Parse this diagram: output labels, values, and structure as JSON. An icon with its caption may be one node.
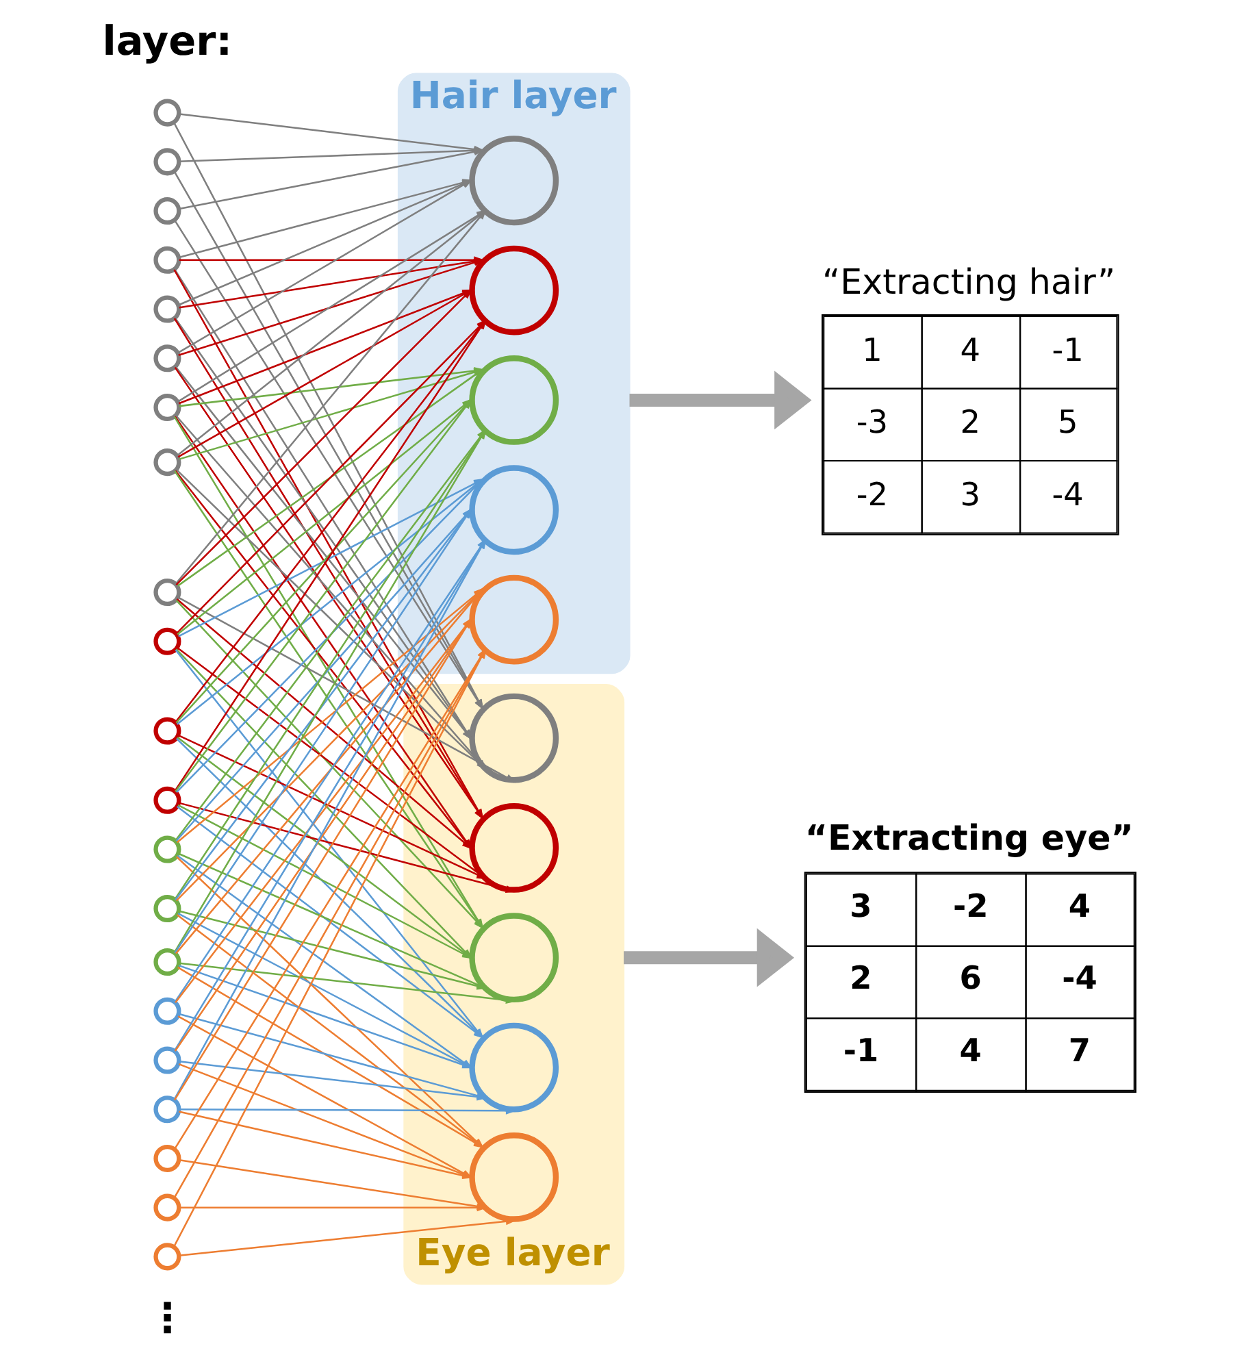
{
  "diagram": {
    "nodes": [
      {
        "text": [],
        "shape": "circle"
      },
      {
        "text": [],
        "shape": "circle"
      },
      {
        "text": [],
        "shape": "circle"
      },
      {
        "text": [],
        "shape": "circle"
      },
      {
        "text": [],
        "shape": "circle"
      },
      {
        "text": [],
        "shape": "circle"
      },
      {
        "text": [],
        "shape": "circle"
      },
      {
        "text": [],
        "shape": "circle"
      },
      {
        "text": [],
        "shape": "circle"
      },
      {
        "text": [],
        "shape": "circle"
      },
      {
        "text": [],
        "shape": "circle"
      },
      {
        "text": [],
        "shape": "circle"
      },
      {
        "text": [],
        "shape": "circle"
      },
      {
        "text": [],
        "shape": "circle"
      },
      {
        "text": [],
        "shape": "circle"
      },
      {
        "text": [],
        "shape": "circle"
      },
      {
        "text": [],
        "shape": "circle"
      },
      {
        "text": [],
        "shape": "circle"
      },
      {
        "text": [],
        "shape": "circle"
      },
      {
        "text": [],
        "shape": "circle"
      },
      {
        "text": [],
        "shape": "circle"
      },
      {
        "text": [
          "Hair layer"
        ]
      },
      {
        "text": [],
        "shape": "circle",
        "in": 21
      },
      {
        "text": [],
        "shape": "circle",
        "in": 21
      },
      {
        "text": [],
        "shape": "circle",
        "in": 21
      },
      {
        "text": [],
        "shape": "circle",
        "in": 21
      },
      {
        "text": [],
        "shape": "circle",
        "in": 21
      },
      {
        "text": [
          "“Extracting hair”",
          "1",
          "4",
          "-1",
          "-3",
          "2",
          "5",
          "-2",
          "3",
          "-4"
        ]
      },
      {
        "text": [
          "Eye layer"
        ]
      },
      {
        "text": [],
        "shape": "circle",
        "in": 28
      },
      {
        "text": [],
        "shape": "circle",
        "in": 28
      },
      {
        "text": [],
        "shape": "circle",
        "in": 28
      },
      {
        "text": [],
        "shape": "circle",
        "in": 28
      },
      {
        "text": [],
        "shape": "circle",
        "in": 28
      },
      {
        "text": [
          "“Extracting eye”",
          "3",
          "-2",
          "4",
          "2",
          "6",
          "-4",
          "-1",
          "4",
          "7"
        ]
      }
    ],
    "edges": [
      {
        "from": 0,
        "to": 22,
        "arrow": "to",
        "color": "#7f7f7f"
      },
      {
        "from": 1,
        "to": 22,
        "arrow": "to",
        "color": "#7f7f7f"
      },
      {
        "from": 2,
        "to": 22,
        "arrow": "to",
        "color": "#7f7f7f"
      },
      {
        "from": 3,
        "to": 22,
        "arrow": "to",
        "color": "#7f7f7f"
      },
      {
        "from": 4,
        "to": 22,
        "arrow": "to",
        "color": "#7f7f7f"
      },
      {
        "from": 5,
        "to": 22,
        "arrow": "to",
        "color": "#7f7f7f"
      },
      {
        "from": 6,
        "to": 22,
        "arrow": "to",
        "color": "#7f7f7f"
      },
      {
        "from": 7,
        "to": 22,
        "arrow": "to",
        "color": "#7f7f7f"
      },
      {
        "from": 8,
        "to": 22,
        "arrow": "to",
        "color": "#7f7f7f"
      },
      {
        "from": 3,
        "to": 23,
        "arrow": "to",
        "color": "#c00000"
      },
      {
        "from": 4,
        "to": 23,
        "arrow": "to",
        "color": "#c00000"
      },
      {
        "from": 5,
        "to": 23,
        "arrow": "to",
        "color": "#c00000"
      },
      {
        "from": 6,
        "to": 23,
        "arrow": "to",
        "color": "#c00000"
      },
      {
        "from": 7,
        "to": 23,
        "arrow": "to",
        "color": "#c00000"
      },
      {
        "from": 8,
        "to": 23,
        "arrow": "to",
        "color": "#c00000"
      },
      {
        "from": 9,
        "to": 23,
        "arrow": "to",
        "color": "#c00000"
      },
      {
        "from": 10,
        "to": 23,
        "arrow": "to",
        "color": "#c00000"
      },
      {
        "from": 11,
        "to": 23,
        "arrow": "to",
        "color": "#c00000"
      },
      {
        "from": 6,
        "to": 24,
        "arrow": "to",
        "color": "#70ad47"
      },
      {
        "from": 7,
        "to": 24,
        "arrow": "to",
        "color": "#70ad47"
      },
      {
        "from": 8,
        "to": 24,
        "arrow": "to",
        "color": "#70ad47"
      },
      {
        "from": 9,
        "to": 24,
        "arrow": "to",
        "color": "#70ad47"
      },
      {
        "from": 10,
        "to": 24,
        "arrow": "to",
        "color": "#70ad47"
      },
      {
        "from": 11,
        "to": 24,
        "arrow": "to",
        "color": "#70ad47"
      },
      {
        "from": 12,
        "to": 24,
        "arrow": "to",
        "color": "#70ad47"
      },
      {
        "from": 13,
        "to": 24,
        "arrow": "to",
        "color": "#70ad47"
      },
      {
        "from": 14,
        "to": 24,
        "arrow": "to",
        "color": "#70ad47"
      },
      {
        "from": 9,
        "to": 25,
        "arrow": "to",
        "color": "#5b9bd5"
      },
      {
        "from": 10,
        "to": 25,
        "arrow": "to",
        "color": "#5b9bd5"
      },
      {
        "from": 11,
        "to": 25,
        "arrow": "to",
        "color": "#5b9bd5"
      },
      {
        "from": 12,
        "to": 25,
        "arrow": "to",
        "color": "#5b9bd5"
      },
      {
        "from": 13,
        "to": 25,
        "arrow": "to",
        "color": "#5b9bd5"
      },
      {
        "from": 14,
        "to": 25,
        "arrow": "to",
        "color": "#5b9bd5"
      },
      {
        "from": 15,
        "to": 25,
        "arrow": "to",
        "color": "#5b9bd5"
      },
      {
        "from": 16,
        "to": 25,
        "arrow": "to",
        "color": "#5b9bd5"
      },
      {
        "from": 17,
        "to": 25,
        "arrow": "to",
        "color": "#5b9bd5"
      },
      {
        "from": 12,
        "to": 26,
        "arrow": "to",
        "color": "#ed7d31"
      },
      {
        "from": 13,
        "to": 26,
        "arrow": "to",
        "color": "#ed7d31"
      },
      {
        "from": 14,
        "to": 26,
        "arrow": "to",
        "color": "#ed7d31"
      },
      {
        "from": 15,
        "to": 26,
        "arrow": "to",
        "color": "#ed7d31"
      },
      {
        "from": 16,
        "to": 26,
        "arrow": "to",
        "color": "#ed7d31"
      },
      {
        "from": 17,
        "to": 26,
        "arrow": "to",
        "color": "#ed7d31"
      },
      {
        "from": 18,
        "to": 26,
        "arrow": "to",
        "color": "#ed7d31"
      },
      {
        "from": 19,
        "to": 26,
        "arrow": "to",
        "color": "#ed7d31"
      },
      {
        "from": 20,
        "to": 26,
        "arrow": "to",
        "color": "#ed7d31"
      },
      {
        "from": 0,
        "to": 29,
        "arrow": "to",
        "color": "#7f7f7f"
      },
      {
        "from": 1,
        "to": 29,
        "arrow": "to",
        "color": "#7f7f7f"
      },
      {
        "from": 2,
        "to": 29,
        "arrow": "to",
        "color": "#7f7f7f"
      },
      {
        "from": 3,
        "to": 29,
        "arrow": "to",
        "color": "#7f7f7f"
      },
      {
        "from": 4,
        "to": 29,
        "arrow": "to",
        "color": "#7f7f7f"
      },
      {
        "from": 5,
        "to": 29,
        "arrow": "to",
        "color": "#7f7f7f"
      },
      {
        "from": 6,
        "to": 29,
        "arrow": "to",
        "color": "#7f7f7f"
      },
      {
        "from": 7,
        "to": 29,
        "arrow": "to",
        "color": "#7f7f7f"
      },
      {
        "from": 8,
        "to": 29,
        "arrow": "to",
        "color": "#7f7f7f"
      },
      {
        "from": 3,
        "to": 30,
        "arrow": "to",
        "color": "#c00000"
      },
      {
        "from": 4,
        "to": 30,
        "arrow": "to",
        "color": "#c00000"
      },
      {
        "from": 5,
        "to": 30,
        "arrow": "to",
        "color": "#c00000"
      },
      {
        "from": 6,
        "to": 30,
        "arrow": "to",
        "color": "#c00000"
      },
      {
        "from": 7,
        "to": 30,
        "arrow": "to",
        "color": "#c00000"
      },
      {
        "from": 8,
        "to": 30,
        "arrow": "to",
        "color": "#c00000"
      },
      {
        "from": 9,
        "to": 30,
        "arrow": "to",
        "color": "#c00000"
      },
      {
        "from": 10,
        "to": 30,
        "arrow": "to",
        "color": "#c00000"
      },
      {
        "from": 11,
        "to": 30,
        "arrow": "to",
        "color": "#c00000"
      },
      {
        "from": 6,
        "to": 31,
        "arrow": "to",
        "color": "#70ad47"
      },
      {
        "from": 7,
        "to": 31,
        "arrow": "to",
        "color": "#70ad47"
      },
      {
        "from": 8,
        "to": 31,
        "arrow": "to",
        "color": "#70ad47"
      },
      {
        "from": 9,
        "to": 31,
        "arrow": "to",
        "color": "#70ad47"
      },
      {
        "from": 10,
        "to": 31,
        "arrow": "to",
        "color": "#70ad47"
      },
      {
        "from": 11,
        "to": 31,
        "arrow": "to",
        "color": "#70ad47"
      },
      {
        "from": 12,
        "to": 31,
        "arrow": "to",
        "color": "#70ad47"
      },
      {
        "from": 13,
        "to": 31,
        "arrow": "to",
        "color": "#70ad47"
      },
      {
        "from": 14,
        "to": 31,
        "arrow": "to",
        "color": "#70ad47"
      },
      {
        "from": 9,
        "to": 32,
        "arrow": "to",
        "color": "#5b9bd5"
      },
      {
        "from": 10,
        "to": 32,
        "arrow": "to",
        "color": "#5b9bd5"
      },
      {
        "from": 11,
        "to": 32,
        "arrow": "to",
        "color": "#5b9bd5"
      },
      {
        "from": 12,
        "to": 32,
        "arrow": "to",
        "color": "#5b9bd5"
      },
      {
        "from": 13,
        "to": 32,
        "arrow": "to",
        "color": "#5b9bd5"
      },
      {
        "from": 14,
        "to": 32,
        "arrow": "to",
        "color": "#5b9bd5"
      },
      {
        "from": 15,
        "to": 32,
        "arrow": "to",
        "color": "#5b9bd5"
      },
      {
        "from": 16,
        "to": 32,
        "arrow": "to",
        "color": "#5b9bd5"
      },
      {
        "from": 17,
        "to": 32,
        "arrow": "to",
        "color": "#5b9bd5"
      },
      {
        "from": 12,
        "to": 33,
        "arrow": "to",
        "color": "#ed7d31"
      },
      {
        "from": 13,
        "to": 33,
        "arrow": "to",
        "color": "#ed7d31"
      },
      {
        "from": 14,
        "to": 33,
        "arrow": "to",
        "color": "#ed7d31"
      },
      {
        "from": 15,
        "to": 33,
        "arrow": "to",
        "color": "#ed7d31"
      },
      {
        "from": 16,
        "to": 33,
        "arrow": "to",
        "color": "#ed7d31"
      },
      {
        "from": 17,
        "to": 33,
        "arrow": "to",
        "color": "#ed7d31"
      },
      {
        "from": 18,
        "to": 33,
        "arrow": "to",
        "color": "#ed7d31"
      },
      {
        "from": 19,
        "to": 33,
        "arrow": "to",
        "color": "#ed7d31"
      },
      {
        "from": 20,
        "to": 33,
        "arrow": "to",
        "color": "#ed7d31"
      },
      {
        "from": 21,
        "to": 27,
        "arrow": "to",
        "style": "thick",
        "color": "#a6a6a6"
      },
      {
        "from": 28,
        "to": 34,
        "arrow": "to",
        "style": "thick",
        "color": "#a6a6a6"
      }
    ],
    "labels": [
      "layer:",
      "⋮"
    ]
  }
}
